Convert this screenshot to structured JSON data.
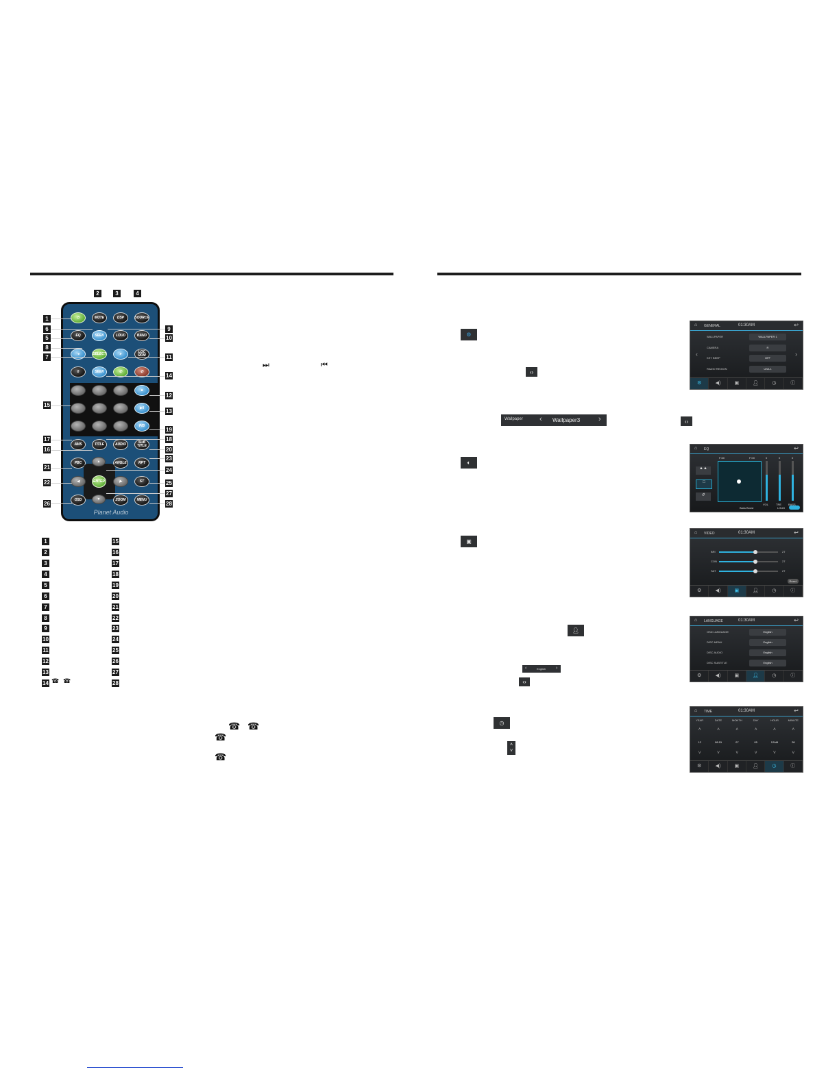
{
  "remote": {
    "buttons": {
      "mute": "MUTE",
      "dsp": "DSP",
      "source": "SOURCE",
      "eq": "EQ",
      "seek": "SEEK",
      "loud": "LOUD",
      "band": "BAND",
      "select": "SELECT",
      "locrdm": "LOC RDM",
      "zero": "0",
      "pb": "P/B",
      "amps": "AMS",
      "title": "TITLE",
      "audio": "AUDIO",
      "subtitle": "SUB TITLE",
      "pbc": "PBC",
      "angle": "ANGLE",
      "rpt": "RPT",
      "st": "ST",
      "enter": "ENTER",
      "osd": "OSD",
      "zoom": "ZOOM",
      "menu": "MENU"
    },
    "logo": "Planet Audio"
  },
  "callout_numbers": [
    "1",
    "2",
    "3",
    "4",
    "5",
    "6",
    "7",
    "8",
    "9",
    "10",
    "11",
    "12",
    "13",
    "14",
    "15",
    "16",
    "17",
    "18",
    "19",
    "20",
    "21",
    "22",
    "23",
    "24",
    "25",
    "26",
    "27",
    "28"
  ],
  "general_screen": {
    "header": "GENERAL",
    "time": "01:30AM",
    "rows": [
      {
        "label": "WALLPAPER",
        "value": "WALLPAPER 1"
      },
      {
        "label": "CAMERA",
        "value": "R"
      },
      {
        "label": "KEY BEEP",
        "value": "OFF"
      },
      {
        "label": "RADIO REGION",
        "value": "USA 1"
      }
    ]
  },
  "wallpaper_bar": {
    "label": "Wallpaper",
    "value": "Wallpaper3"
  },
  "eq_screen": {
    "header": "EQ",
    "f_left": "F:60",
    "f_right": "F:00",
    "levels": [
      "0",
      "0",
      "0"
    ],
    "sliders": [
      "VOL",
      "TRE",
      "BASS"
    ],
    "bass_boost": "Bass Boost",
    "loud": "LOUD"
  },
  "video_screen": {
    "header": "VIDEO",
    "time": "01:30AM",
    "rows": [
      {
        "label": "BRI",
        "value": "27"
      },
      {
        "label": "CON",
        "value": "27"
      },
      {
        "label": "SAT",
        "value": "27"
      }
    ],
    "reset": "Reset"
  },
  "language_screen": {
    "header": "LANGUAGE",
    "time": "01:30AM",
    "rows": [
      {
        "label": "OSD LANGUAGE",
        "value": "English"
      },
      {
        "label": "DISC MENU",
        "value": "English"
      },
      {
        "label": "DISC AUDIO",
        "value": "English"
      },
      {
        "label": "DISC SUBTITLE",
        "value": "English"
      }
    ]
  },
  "lang_bar": {
    "value": "English"
  },
  "time_screen": {
    "header": "TIME",
    "time": "01:30AM",
    "columns": [
      "YEAR",
      "DATE",
      "MONTH",
      "DAY",
      "HOUR",
      "MINUTE"
    ],
    "values": [
      "12",
      "08:15",
      "07",
      "05",
      "12AM",
      "28"
    ]
  }
}
